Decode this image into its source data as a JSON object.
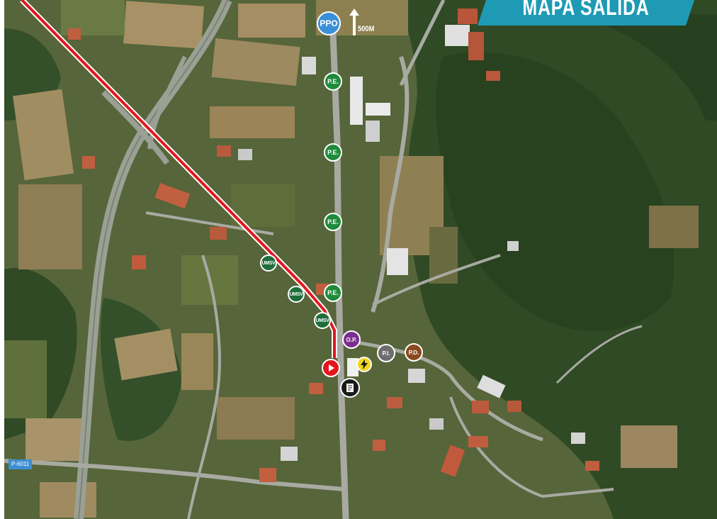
{
  "map": {
    "title": "MAPA SALIDA",
    "distance_label": "500M",
    "road_sign": "P-6011",
    "colors": {
      "banner": "#1f9ab4",
      "route": "#e3161e",
      "pe": "#1e8a3a",
      "ppo": "#3b8fd9"
    }
  },
  "markers": {
    "ppo": "PPO",
    "pe1": "P.E.",
    "pe2": "P.E.",
    "pe3": "P.E.",
    "pe4": "P.E.",
    "umsv1": "UMSV",
    "umsv2": "UMSV",
    "umsv3": "UMSV",
    "op": "O.P.",
    "pi": "P.I.",
    "pd": "P.D."
  },
  "icons": {
    "start": "play-icon",
    "energy": "lightning-icon",
    "document": "document-icon",
    "north": "arrow-up-icon"
  }
}
